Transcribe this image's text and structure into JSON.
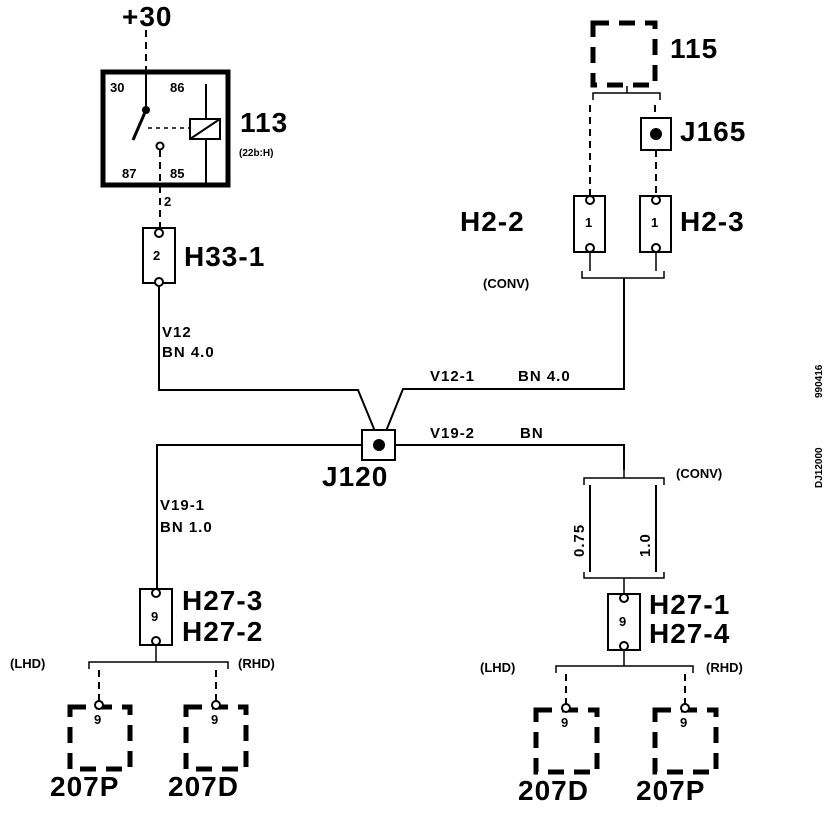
{
  "supply": {
    "label": "+30"
  },
  "relay": {
    "id": "113",
    "ref": "(22b:H)",
    "terminals": {
      "t30": "30",
      "t86": "86",
      "t87": "87",
      "t85": "85"
    },
    "output_pin": "2"
  },
  "connectors": {
    "h33_1": {
      "label": "H33-1",
      "pin": "2"
    },
    "h2_2": {
      "label": "H2-2",
      "pin": "1"
    },
    "h2_3": {
      "label": "H2-3",
      "pin": "1"
    },
    "j165": {
      "label": "J165"
    },
    "j120": {
      "label": "J120"
    },
    "h27_left": {
      "label_top": "H27-3",
      "label_bottom": "H27-2",
      "pin": "9"
    },
    "h27_right": {
      "label_top": "H27-1",
      "label_bottom": "H27-4",
      "pin": "9"
    }
  },
  "components": {
    "c115": {
      "label": "115"
    },
    "left_p": {
      "label": "207P",
      "pin": "9"
    },
    "left_d": {
      "label": "207D",
      "pin": "9"
    },
    "right_d": {
      "label": "207D",
      "pin": "9"
    },
    "right_p": {
      "label": "207P",
      "pin": "9"
    }
  },
  "variants": {
    "conv_top": "(CONV)",
    "conv_right": "(CONV)",
    "lhd_left": "(LHD)",
    "rhd_left": "(RHD)",
    "lhd_right": "(LHD)",
    "rhd_right": "(RHD)"
  },
  "wires": {
    "v12": {
      "name": "V12",
      "spec": "BN 4.0"
    },
    "v12_1": {
      "name": "V12-1",
      "spec": "BN  4.0"
    },
    "v19_2": {
      "name": "V19-2",
      "spec": "BN"
    },
    "v19_1": {
      "name": "V19-1",
      "spec": "BN 1.0"
    },
    "gauge_a": "0.75",
    "gauge_b": "1.0"
  },
  "margin_codes": {
    "drawing": "DJ12000",
    "date": "990416"
  }
}
